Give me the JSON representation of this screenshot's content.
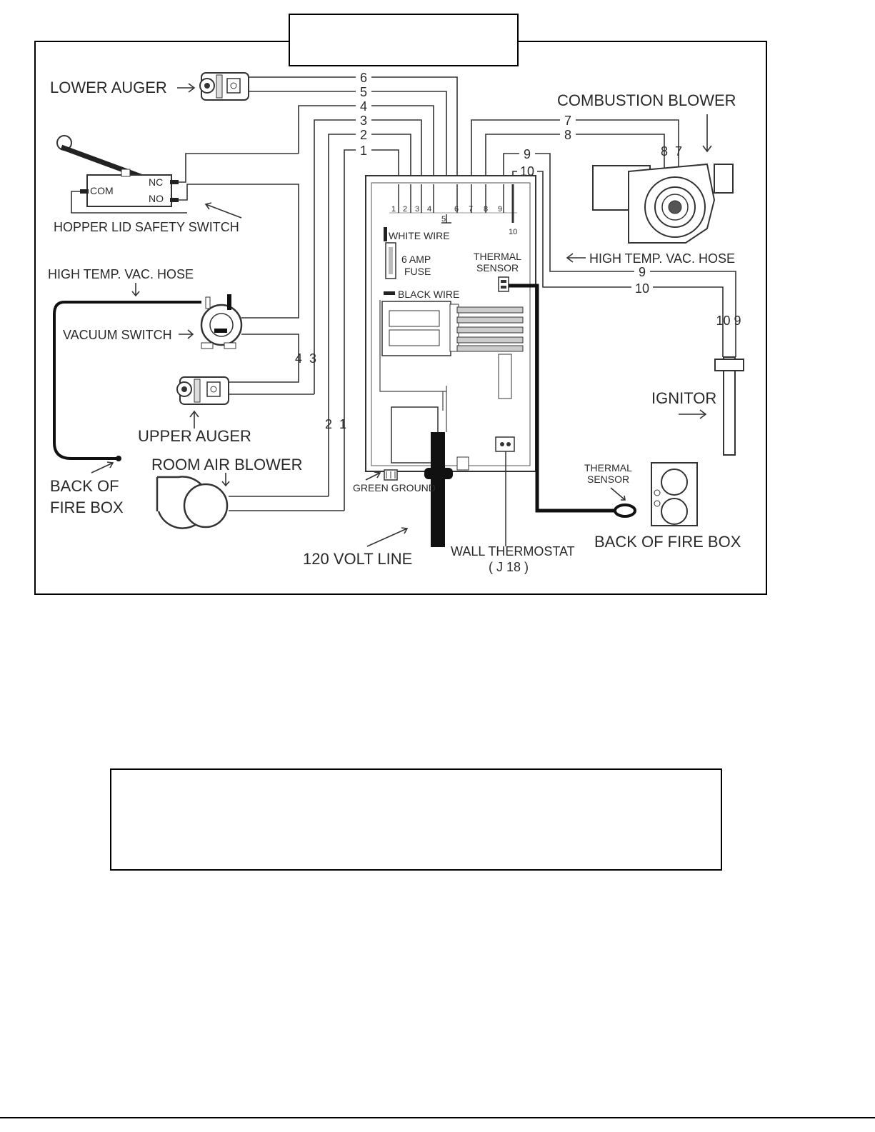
{
  "labels": {
    "lower_auger": "LOWER AUGER",
    "combustion_blower": "COMBUSTION BLOWER",
    "hopper_lid_safety_switch": "HOPPER LID SAFETY SWITCH",
    "com": "COM",
    "nc": "NC",
    "no": "NO",
    "high_temp_vac_hose_left": "HIGH TEMP. VAC. HOSE",
    "high_temp_vac_hose_right": "HIGH TEMP. VAC. HOSE",
    "vacuum_switch": "VACUUM SWITCH",
    "upper_auger": "UPPER AUGER",
    "back_of_fire_box_left_1": "BACK OF",
    "back_of_fire_box_left_2": "FIRE BOX",
    "room_air_blower": "ROOM AIR BLOWER",
    "green_ground": "GREEN GROUND",
    "volt_line": "120 VOLT LINE",
    "wall_thermostat": "WALL THERMOSTAT",
    "j18": "( J 18 )",
    "white_wire": "WHITE WIRE",
    "amp_fuse_1": "6 AMP",
    "amp_fuse_2": "FUSE",
    "thermal_sensor_board_1": "THERMAL",
    "thermal_sensor_board_2": "SENSOR",
    "black_wire": "BLACK WIRE",
    "thermal_sensor_right_1": "THERMAL",
    "thermal_sensor_right_2": "SENSOR",
    "back_of_fire_box_right": "BACK OF FIRE BOX",
    "ignitor": "IGNITOR"
  },
  "wire_numbers": {
    "w1": "1",
    "w2": "2",
    "w3": "3",
    "w4": "4",
    "w5": "5",
    "w6": "6",
    "w7": "7",
    "w8": "8",
    "w9": "9",
    "w10": "10"
  },
  "pair_labels": {
    "vac_pair": "4  3",
    "blower_pair": "2  1",
    "combustion_pair": "8  7",
    "ignitor_pair": "10 9"
  },
  "terminal_labels": [
    "1",
    "2",
    "3",
    "4",
    "5",
    "6",
    "7",
    "8",
    "9",
    "10"
  ],
  "title_box_text": "",
  "caption_box_text": ""
}
